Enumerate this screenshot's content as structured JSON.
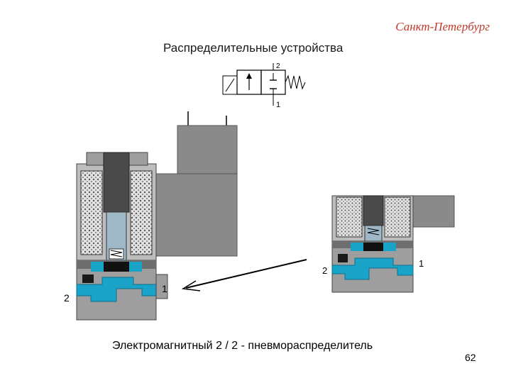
{
  "header": {
    "city": "Санкт-Петербург",
    "title": "Распределительные устройства"
  },
  "symbol": {
    "port_in": "1",
    "port_out": "2"
  },
  "main_valve": {
    "port_left": "2",
    "port_right": "1"
  },
  "small_valve": {
    "port_left": "2",
    "port_right": "1"
  },
  "footer": {
    "caption": "Электромагнитный 2 / 2 - пневмораспределитель",
    "page_number": "62"
  },
  "colors": {
    "title_accent": "#c0392b",
    "air_channel": "#1aa3c8",
    "body_gray": "#9e9e9e",
    "dark_gray": "#4a4a4a",
    "coil": "#d8d8d8"
  }
}
